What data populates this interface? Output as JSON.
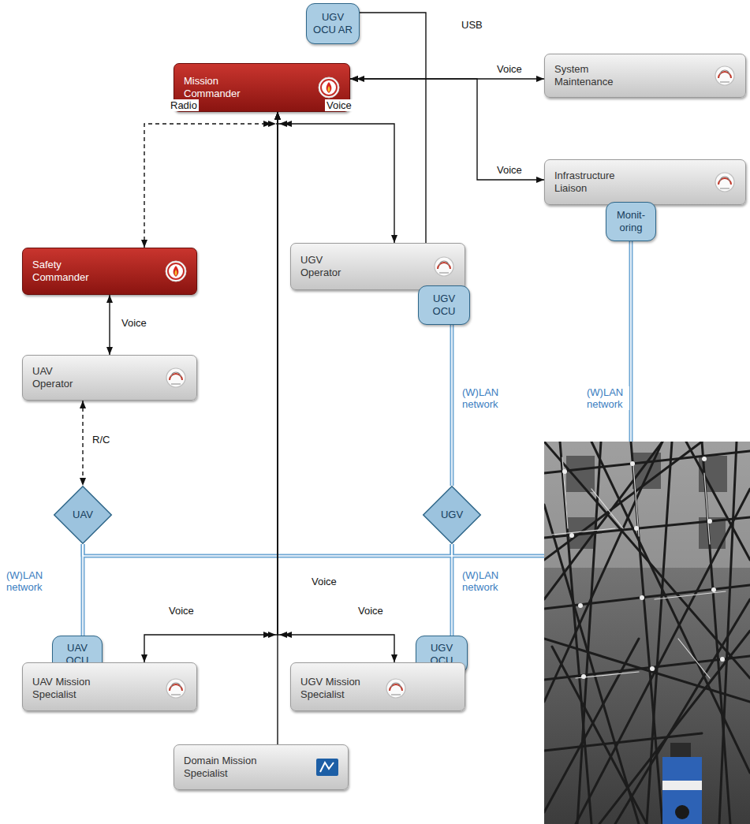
{
  "diagram": {
    "nodes": [
      {
        "text": [
          "UGV OCU AR"
        ]
      },
      {
        "text": [
          "Mission Commander"
        ]
      },
      {
        "text": [
          "System Maintenance"
        ]
      },
      {
        "text": [
          "Infrastructure Liaison"
        ]
      },
      {
        "text": [
          "Monit- oring"
        ]
      },
      {
        "text": [
          "Safety Commander"
        ]
      },
      {
        "text": [
          "UGV Operator"
        ]
      },
      {
        "text": [
          "UGV OCU"
        ]
      },
      {
        "text": [
          "UAV Operator"
        ]
      },
      {
        "text": [
          "UAV"
        ]
      },
      {
        "text": [
          "UGV"
        ]
      },
      {
        "text": [
          "UAV OCU"
        ]
      },
      {
        "text": [
          "UGV OCU"
        ]
      },
      {
        "text": [
          "UAV Mission Specialist"
        ]
      },
      {
        "text": [
          "UGV Mission Specialist"
        ]
      },
      {
        "text": [
          "Domain Mission Specialist"
        ]
      }
    ],
    "edges": [
      {
        "from": 0,
        "to": 6,
        "arrow": "none",
        "label": "USB"
      },
      {
        "from": 1,
        "to": 2,
        "arrow": "both",
        "label": "Voice"
      },
      {
        "from": 1,
        "to": 3,
        "arrow": "both",
        "label": "Voice"
      },
      {
        "from": 5,
        "to": 1,
        "arrow": "both",
        "label": "Radio"
      },
      {
        "from": 1,
        "to": 6,
        "arrow": "both",
        "label": "Voice"
      },
      {
        "from": 5,
        "to": 8,
        "arrow": "both",
        "label": "Voice"
      },
      {
        "from": 8,
        "to": 9,
        "arrow": "both",
        "label": "R/C"
      },
      {
        "from": 7,
        "to": 10,
        "arrow": "none",
        "label": "(W)LAN network"
      },
      {
        "from": 4,
        "to": 10,
        "arrow": "none",
        "label": "(W)LAN network"
      },
      {
        "from": 9,
        "to": 10,
        "arrow": "none"
      },
      {
        "from": 9,
        "to": 11,
        "arrow": "none",
        "label": "(W)LAN network"
      },
      {
        "from": 10,
        "to": 12,
        "arrow": "none",
        "label": "(W)LAN network"
      },
      {
        "from": 15,
        "to": 1,
        "arrow": "to",
        "label": "Voice"
      },
      {
        "from": 13,
        "to": 1,
        "arrow": "both",
        "label": "Voice"
      },
      {
        "from": 14,
        "to": 1,
        "arrow": "both",
        "label": "Voice"
      }
    ]
  }
}
